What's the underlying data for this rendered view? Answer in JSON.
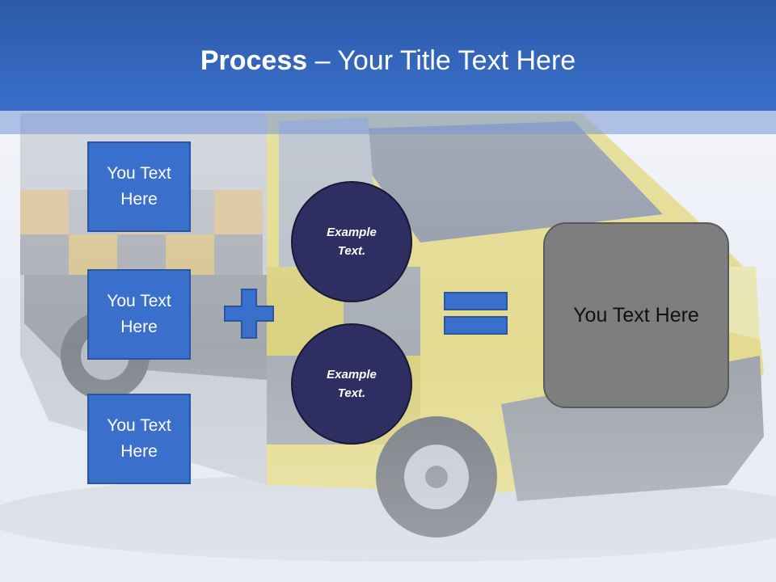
{
  "slide": {
    "title_bold": "Process",
    "title_rest": " – Your Title Text Here",
    "colors": {
      "header": "#3a6fcb",
      "box": "#3a6fcb",
      "circle": "#2e2e62",
      "result": "#7e7e7e"
    }
  },
  "process": {
    "inputs": [
      {
        "label": "You Text Here"
      },
      {
        "label": "You Text Here"
      },
      {
        "label": "You Text Here"
      }
    ],
    "plus_icon": "plus-icon",
    "circles": [
      {
        "label": "Example Text."
      },
      {
        "label": "Example Text."
      }
    ],
    "equals_icon": "equals-icon",
    "result": {
      "label": "You Text Here"
    }
  },
  "background": {
    "image": "ambulance-van-photo"
  }
}
